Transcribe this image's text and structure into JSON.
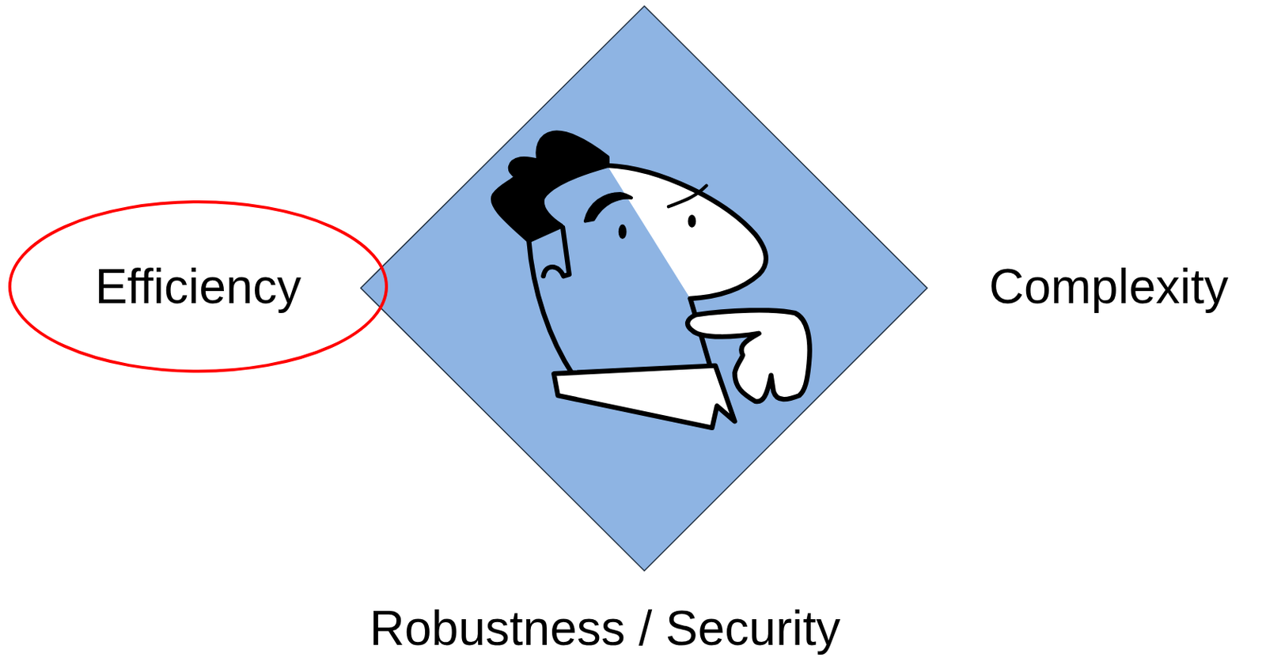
{
  "diagram": {
    "nodes": [
      {
        "text": [
          "Efficiency"
        ]
      }
    ],
    "labels": [
      "Complexity",
      "Robustness / Security"
    ]
  }
}
